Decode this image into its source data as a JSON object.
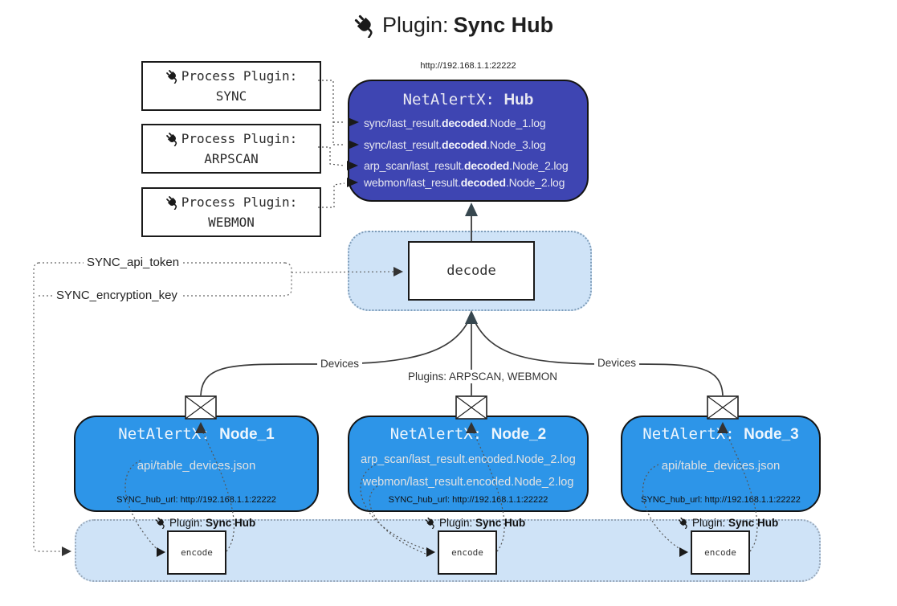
{
  "title": {
    "prefix": "Plugin: ",
    "bold": "Sync Hub"
  },
  "process_plugins": [
    {
      "line1": "Process Plugin:",
      "name": "SYNC"
    },
    {
      "line1": "Process Plugin:",
      "name": "ARPSCAN"
    },
    {
      "line1": "Process Plugin:",
      "name": "WEBMON"
    }
  ],
  "hub": {
    "url": "http://192.168.1.1:22222",
    "title_mono": "NetAlertX: ",
    "title_bold": "Hub",
    "lines": [
      {
        "pre": "sync/last_result.",
        "bold": "decoded",
        "post": ".Node_1.log"
      },
      {
        "pre": "sync/last_result.",
        "bold": "decoded",
        "post": ".Node_3.log"
      },
      {
        "pre": "arp_scan/last_result.",
        "bold": "decoded",
        "post": ".Node_2.log"
      },
      {
        "pre": "webmon/last_result.",
        "bold": "decoded",
        "post": ".Node_2.log"
      }
    ]
  },
  "decode": {
    "label": "decode"
  },
  "tokens": {
    "api_token": "SYNC_api_token",
    "encryption_key": "SYNC_encryption_key"
  },
  "edges": {
    "devices_left": "Devices",
    "plugins_center": "Plugins: ARPSCAN, WEBMON",
    "devices_right": "Devices"
  },
  "nodes": [
    {
      "title_mono": "NetAlertX: ",
      "title_bold": "Node_1",
      "line1": "api/table_devices.json",
      "hub_url": "SYNC_hub_url: http://192.168.1.1:22222"
    },
    {
      "title_mono": "NetAlertX: ",
      "title_bold": "Node_2",
      "line1": "arp_scan/last_result.encoded.Node_2.log",
      "line2": "webmon/last_result.encoded.Node_2.log",
      "hub_url": "SYNC_hub_url: http://192.168.1.1:22222"
    },
    {
      "title_mono": "NetAlertX: ",
      "title_bold": "Node_3",
      "line1": "api/table_devices.json",
      "hub_url": "SYNC_hub_url: http://192.168.1.1:22222"
    }
  ],
  "encoders": [
    {
      "label_prefix": "Plugin: ",
      "label_bold": "Sync Hub",
      "box": "encode"
    },
    {
      "label_prefix": "Plugin: ",
      "label_bold": "Sync Hub",
      "box": "encode"
    },
    {
      "label_prefix": "Plugin: ",
      "label_bold": "Sync Hub",
      "box": "encode"
    }
  ],
  "colors": {
    "hub_fill": "#3e45b2",
    "node_fill": "#2d95e8",
    "container_fill": "#cfe3f7",
    "line": "#3a3a3a",
    "arrow_dark": "#37474f"
  }
}
